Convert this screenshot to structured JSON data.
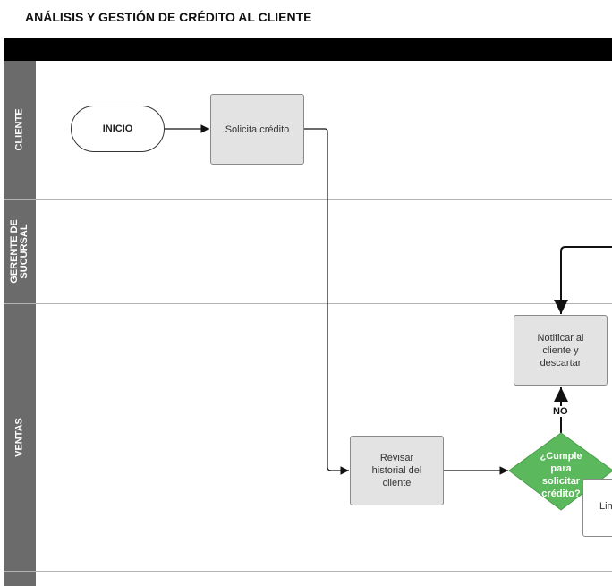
{
  "title": "ANÁLISIS Y GESTIÓN DE CRÉDITO AL CLIENTE",
  "lanes": [
    {
      "label": "CLIENTE"
    },
    {
      "label_line1": "GERENTE DE",
      "label_line2": "SUCURSAL"
    },
    {
      "label": "VENTAS"
    }
  ],
  "nodes": {
    "start": "INICIO",
    "request_credit": "Solicita crédito",
    "review_history": {
      "line1": "Revisar",
      "line2": "historial del",
      "line3": "cliente"
    },
    "decision": {
      "line1": "¿Cumple",
      "line2": "para",
      "line3": "solicitar",
      "line4": "crédito?"
    },
    "notify": {
      "line1": "Notificar al",
      "line2": "cliente y",
      "line3": "descartar"
    },
    "partial_box": "Lin"
  },
  "connector_labels": {
    "no": "NO"
  },
  "colors": {
    "lane_sidebar": "#6b6b6b",
    "header_bar": "#000000",
    "process_fill": "#e3e3e3",
    "decision_fill": "#5cb85c"
  }
}
